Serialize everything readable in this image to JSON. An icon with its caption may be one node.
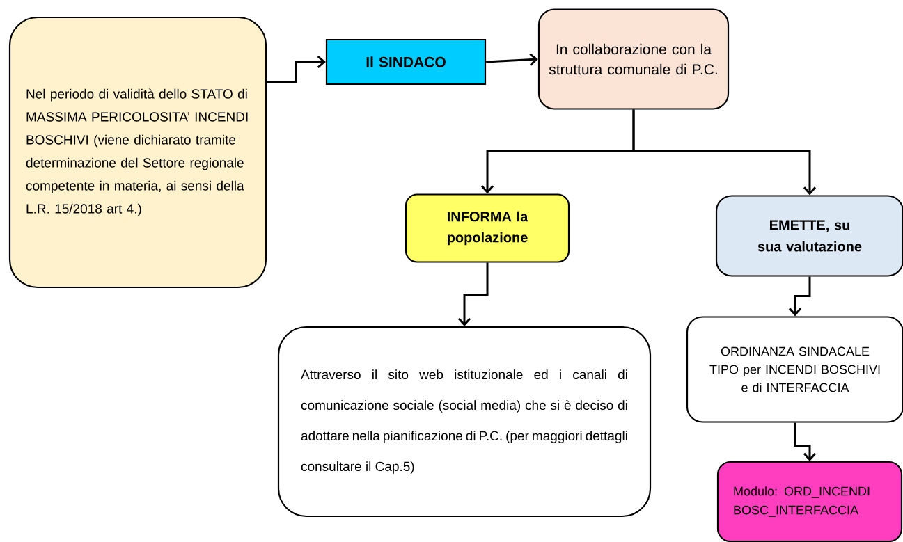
{
  "diagram": {
    "nodes": [
      {
        "text": [
          "Nel periodo di validità dello STATO di MASSIMA PERICOLOSITA’ INCENDI BOSCHIVI (viene dichiarato tramite determinazione del Settore regionale competente in materia, ai sensi della L.R. 15/2018 art 4.)"
        ]
      },
      {
        "text": [
          "Il SINDACO"
        ]
      },
      {
        "text": [
          "In collaborazione con la struttura comunale di P.C."
        ]
      },
      {
        "text": [
          "INFORMA la popolazione"
        ]
      },
      {
        "text": [
          "EMETTE, su sua valutazione"
        ]
      },
      {
        "text": [
          "Attraverso il sito web istituzionale ed i canali di comunicazione sociale (social media) che si è deciso di adottare nella pianificazione di P.C. (per maggiori dettagli consultare il Cap.5)"
        ]
      },
      {
        "text": [
          "ORDINANZA SINDACALE TIPO per INCENDI BOSCHIVI e di INTERFACCIA"
        ]
      },
      {
        "text": [
          "Modulo: ORD_INCENDI BOSC_INTERFACCIA"
        ]
      }
    ],
    "edges": [
      {
        "from": 0,
        "to": 1,
        "arrow": "to"
      },
      {
        "from": 1,
        "to": 2,
        "arrow": "to"
      },
      {
        "from": 2,
        "to": 3,
        "arrow": "to"
      },
      {
        "from": 2,
        "to": 4,
        "arrow": "to"
      },
      {
        "from": 3,
        "to": 5,
        "arrow": "to"
      },
      {
        "from": 4,
        "to": 6,
        "arrow": "to"
      },
      {
        "from": 6,
        "to": 7,
        "arrow": "to"
      }
    ]
  }
}
